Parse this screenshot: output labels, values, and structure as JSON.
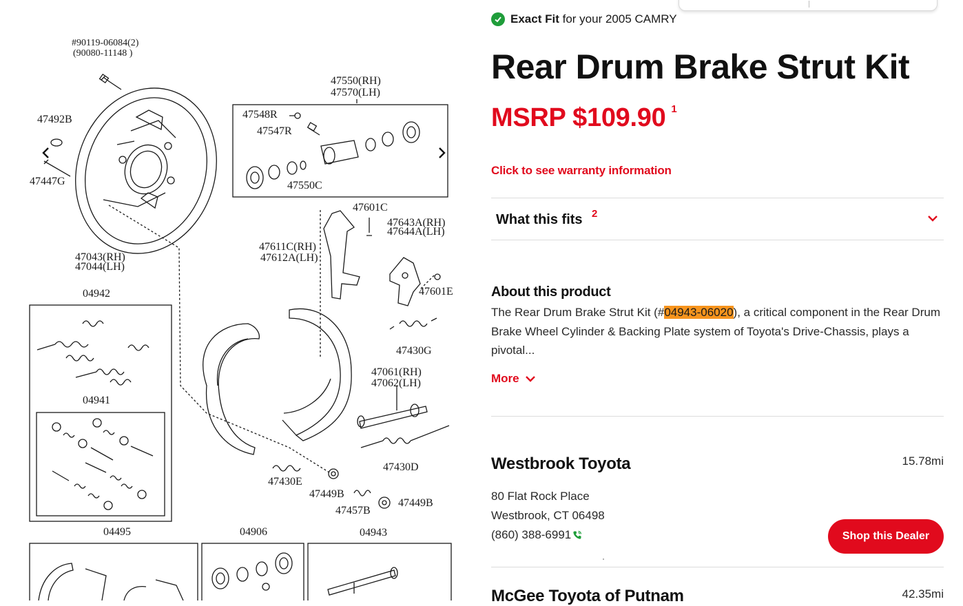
{
  "diagram": {
    "labels": {
      "bolt_1": "#90119-06084(2)",
      "bolt_2": "(90080-11148 )",
      "p47492b": "47492B",
      "p47447g": "47447G",
      "p47043": "47043(RH)",
      "p47044": "47044(LH)",
      "p47550": "47550(RH)",
      "p47570": "47570(LH)",
      "p47548r": "47548R",
      "p47547r": "47547R",
      "p47550c": "47550C",
      "p47601c": "47601C",
      "p47643a": "47643A(RH)",
      "p47644a": "47644A(LH)",
      "p47611c": "47611C(RH)",
      "p47612a": "47612A(LH)",
      "p47601e": "47601E",
      "p04942": "04942",
      "p04941": "04941",
      "p47430g": "47430G",
      "p47061": "47061(RH)",
      "p47062": "47062(LH)",
      "p47430d": "47430D",
      "p47430e": "47430E",
      "p47449b_1": "47449B",
      "p47457b": "47457B",
      "p47449b_2": "47449B",
      "p04495": "04495",
      "p04906": "04906",
      "p04943": "04943"
    },
    "icons": {
      "prev": "chevron-left-icon",
      "next": "chevron-right-icon"
    }
  },
  "fit": {
    "strong": "Exact Fit",
    "rest": "for your 2005 CAMRY",
    "icon": "check-circle-icon",
    "color": "#1f9d3a"
  },
  "product": {
    "title": "Rear Drum Brake Strut Kit",
    "msrp": "MSRP $109.90",
    "msrp_footnote": "1",
    "warranty_link": "Click to see warranty information",
    "accent": "#e10a1d"
  },
  "accordion": {
    "label": "What this fits",
    "footnote": "2",
    "icon": "chevron-down-icon"
  },
  "about": {
    "heading": "About this product",
    "text_before": "The Rear Drum Brake Strut Kit (#",
    "part_number": "04943-06020",
    "text_after": "), a critical component in the Rear Drum Brake Wheel Cylinder & Backing Plate system of Toyota's Drive-Chassis, plays a pivotal...",
    "highlight_color": "#f7941d",
    "more_label": "More"
  },
  "dealers": [
    {
      "name": "Westbrook Toyota",
      "distance": "15.78mi",
      "address_line1": "80 Flat Rock Place",
      "address_line2": "Westbrook, CT 06498",
      "phone": "(860) 388-6991",
      "shop_label": "Shop this Dealer"
    },
    {
      "name": "McGee Toyota of Putnam",
      "distance": "42.35mi"
    }
  ]
}
